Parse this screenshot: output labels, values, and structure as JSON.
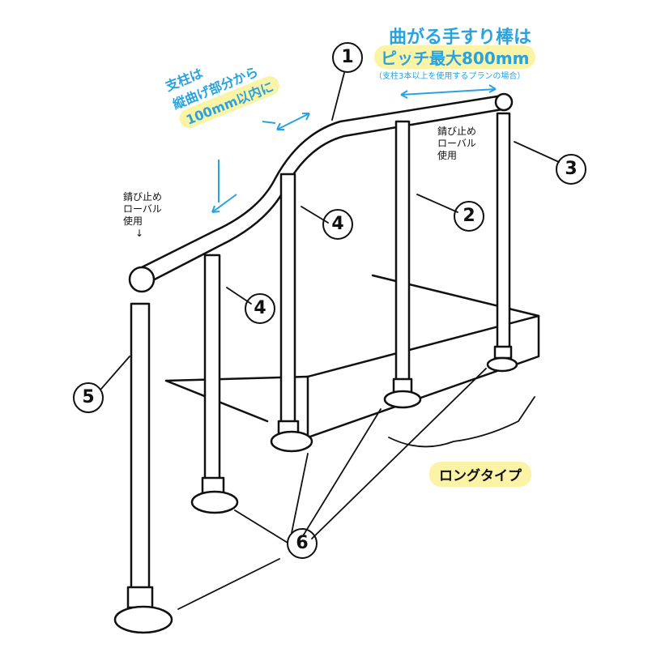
{
  "annotations": {
    "pitch": {
      "line1": "曲がる手すり棒は",
      "line2": "ピッチ最大800mm",
      "note": "（支柱3本以上を使用するプランの場合）"
    },
    "post_distance": {
      "line1": "支柱は",
      "line2": "縦曲げ部分から",
      "line3": "100mm以内に"
    },
    "rust_left": {
      "line1": "錆び止め",
      "line2": "ローバル",
      "line3": "使用",
      "arrow": "↓"
    },
    "rust_right": {
      "line1": "錆び止め",
      "line2": "ローバル",
      "line3": "使用"
    },
    "type_label": "ロングタイプ"
  },
  "part_numbers": [
    "1",
    "2",
    "3",
    "4",
    "4",
    "5",
    "6"
  ],
  "colors": {
    "accent": "#29a3e0",
    "highlight": "#fbf3a6",
    "ink": "#111111"
  }
}
